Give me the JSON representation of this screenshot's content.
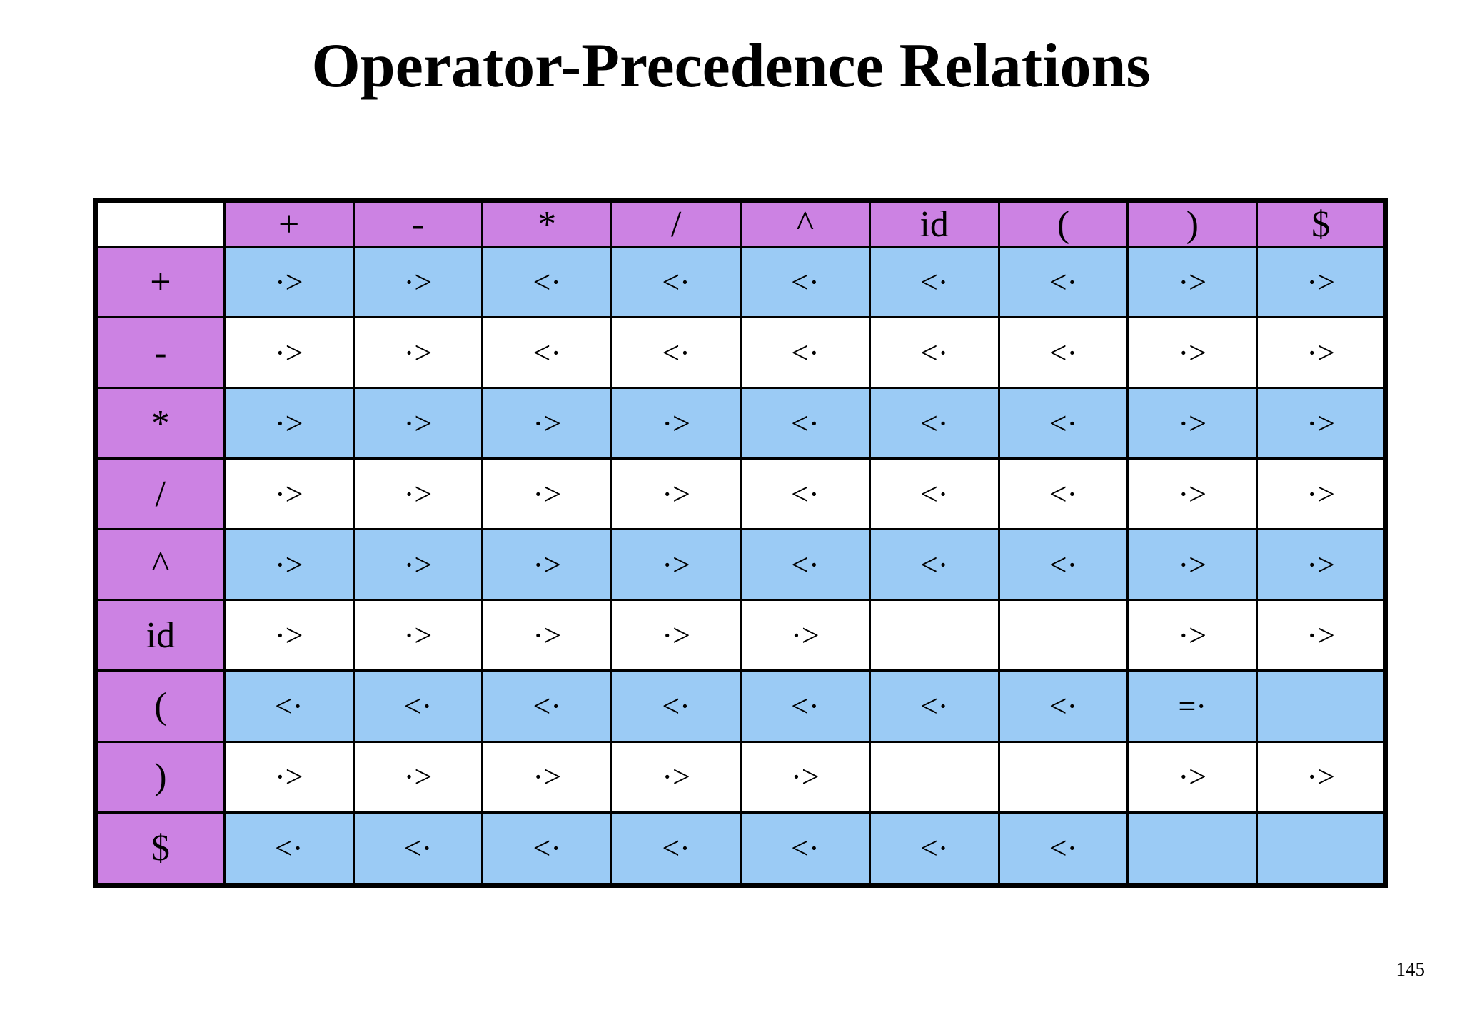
{
  "slide": {
    "title": "Operator-Precedence Relations",
    "page_number": "145"
  },
  "colors": {
    "background": "#FFFFFF",
    "header_bg": "#CC82E3",
    "alt_row_bg": "#9BCBF5",
    "plain_row_bg": "#FFFFFF",
    "border": "#000000",
    "text": "#000000"
  },
  "chart_data": {
    "type": "table",
    "title": "Operator-Precedence Relations",
    "columns": [
      "+",
      "-",
      "*",
      "/",
      "^",
      "id",
      "(",
      ")",
      "$"
    ],
    "rows": [
      {
        "label": "+",
        "cells": [
          "·>",
          "·>",
          "<·",
          "<·",
          "<·",
          "<·",
          "<·",
          "·>",
          "·>"
        ]
      },
      {
        "label": "-",
        "cells": [
          "·>",
          "·>",
          "<·",
          "<·",
          "<·",
          "<·",
          "<·",
          "·>",
          "·>"
        ]
      },
      {
        "label": "*",
        "cells": [
          "·>",
          "·>",
          "·>",
          "·>",
          "<·",
          "<·",
          "<·",
          "·>",
          "·>"
        ]
      },
      {
        "label": "/",
        "cells": [
          "·>",
          "·>",
          "·>",
          "·>",
          "<·",
          "<·",
          "<·",
          "·>",
          "·>"
        ]
      },
      {
        "label": "^",
        "cells": [
          "·>",
          "·>",
          "·>",
          "·>",
          "<·",
          "<·",
          "<·",
          "·>",
          "·>"
        ]
      },
      {
        "label": "id",
        "cells": [
          "·>",
          "·>",
          "·>",
          "·>",
          "·>",
          "",
          "",
          "·>",
          "·>"
        ]
      },
      {
        "label": "(",
        "cells": [
          "<·",
          "<·",
          "<·",
          "<·",
          "<·",
          "<·",
          "<·",
          "=·",
          ""
        ]
      },
      {
        "label": ")",
        "cells": [
          "·>",
          "·>",
          "·>",
          "·>",
          "·>",
          "",
          "",
          "·>",
          "·>"
        ]
      },
      {
        "label": "$",
        "cells": [
          "<·",
          "<·",
          "<·",
          "<·",
          "<·",
          "<·",
          "<·",
          "",
          ""
        ]
      }
    ]
  }
}
